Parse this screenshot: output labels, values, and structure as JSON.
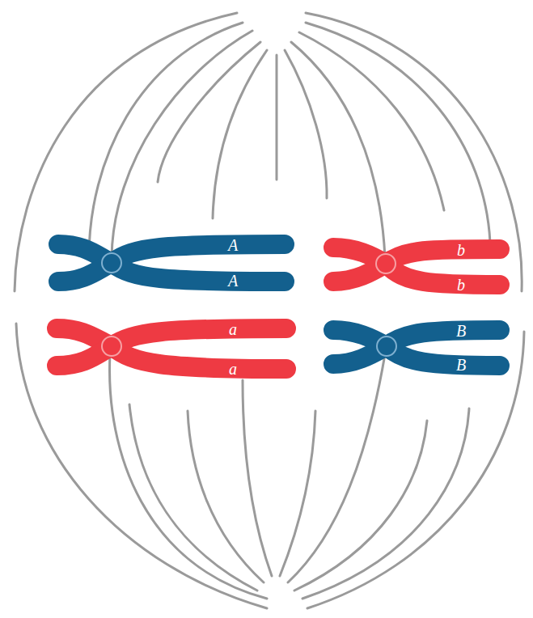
{
  "diagram": {
    "labels": [
      "A",
      "A",
      "b",
      "b",
      "a",
      "a",
      "B",
      "B"
    ]
  }
}
